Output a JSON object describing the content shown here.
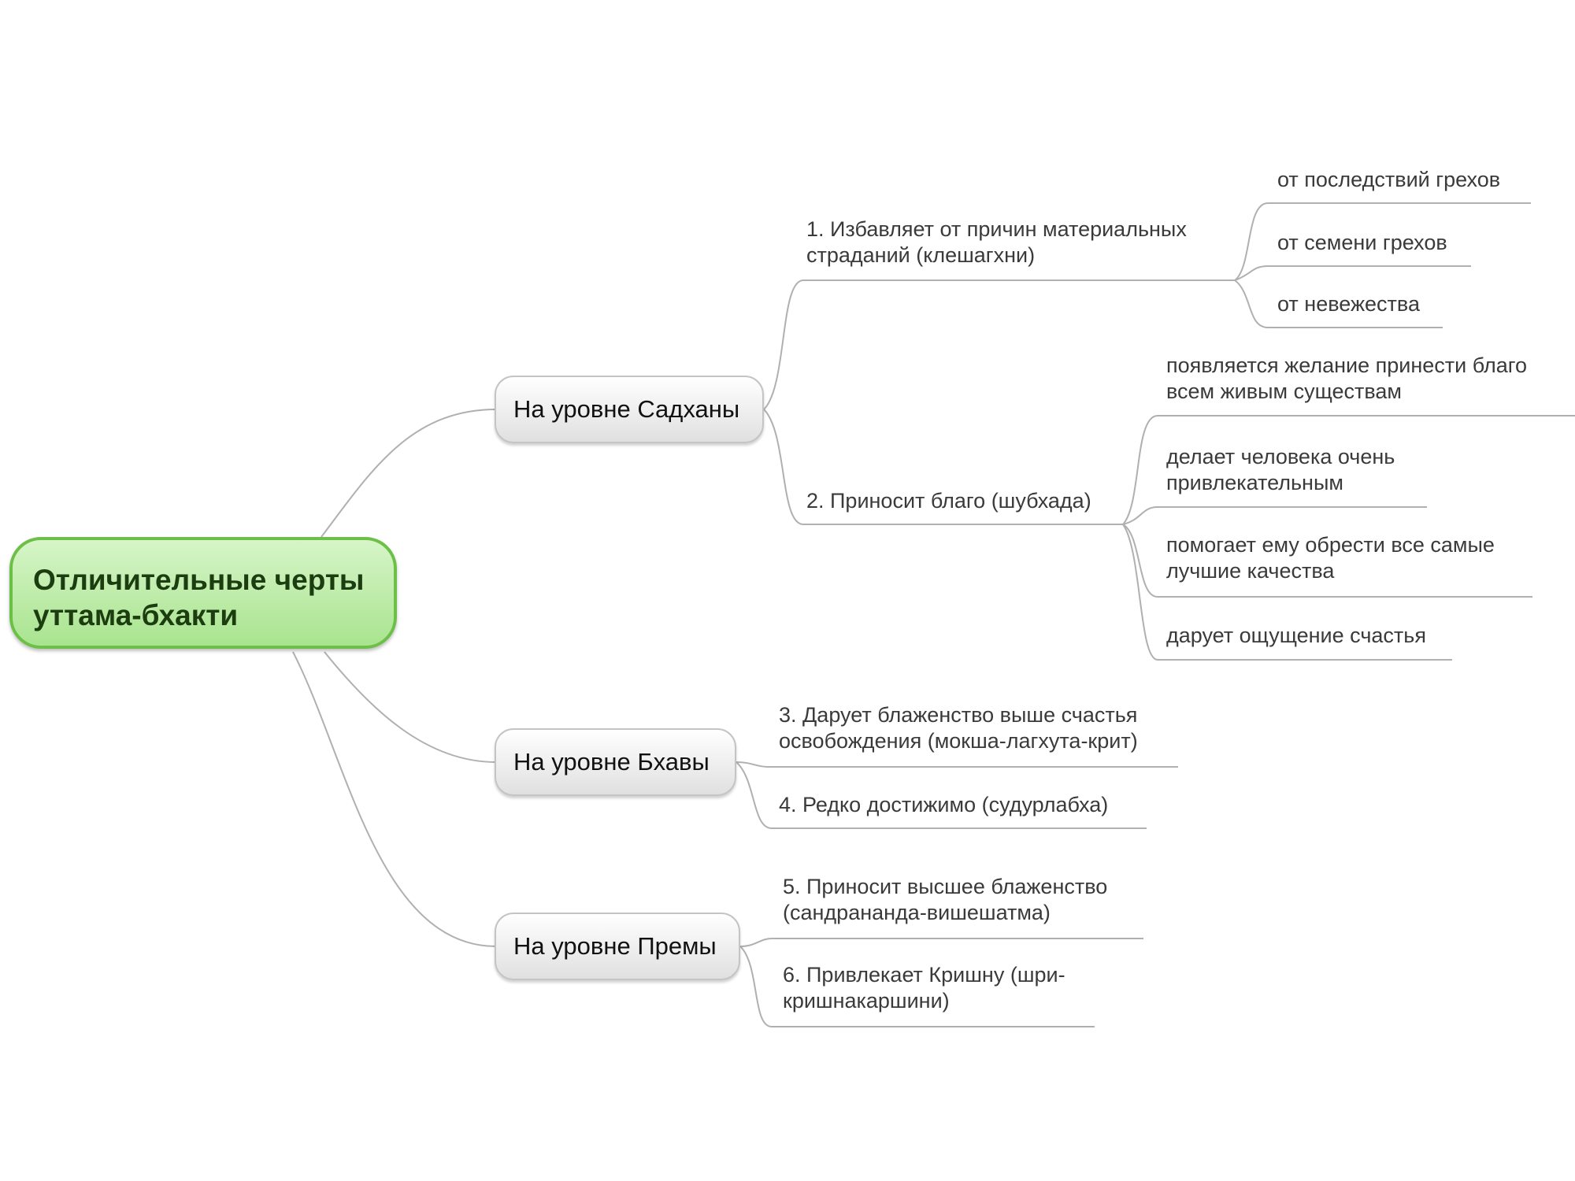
{
  "colors": {
    "root_border": "#6cbf47",
    "root_fill_top": "#d6f5c8",
    "root_fill_bottom": "#a9e48f",
    "root_text": "#1c3d10",
    "connector": "#b0b0b0",
    "leaf_text": "#3a3a3a"
  },
  "root": {
    "line1": "Отличительные черты",
    "line2": "уттама-бхакти"
  },
  "branches": {
    "sadhana": {
      "label": "На уровне Садханы",
      "items": {
        "i1": {
          "line1": "1. Избавляет от причин материальных",
          "line2": "страданий (клешагхни)",
          "subs": {
            "s1": "от последствий грехов",
            "s2": "от семени грехов",
            "s3": "от невежества"
          }
        },
        "i2": {
          "line1": "2. Приносит благо (шубхада)",
          "subs": {
            "s1": {
              "line1": "появляется желание принести благо",
              "line2": "всем живым существам"
            },
            "s2": {
              "line1": "делает человека очень",
              "line2": "привлекательным"
            },
            "s3": {
              "line1": "помогает ему обрести все самые",
              "line2": "лучшие качества"
            },
            "s4": {
              "line1": "дарует ощущение счастья"
            }
          }
        }
      }
    },
    "bhava": {
      "label": "На уровне Бхавы",
      "items": {
        "i3": {
          "line1": "3. Дарует блаженство выше счастья",
          "line2": "освобождения (мокша-лагхута-крит)"
        },
        "i4": {
          "line1": "4. Редко достижимо (судурлабха)"
        }
      }
    },
    "prema": {
      "label": "На уровне Премы",
      "items": {
        "i5": {
          "line1": "5. Приносит высшее блаженство",
          "line2": "(сандрананда-вишешатма)"
        },
        "i6": {
          "line1": "6. Привлекает Кришну (шри-",
          "line2": "кришнакаршини)"
        }
      }
    }
  }
}
